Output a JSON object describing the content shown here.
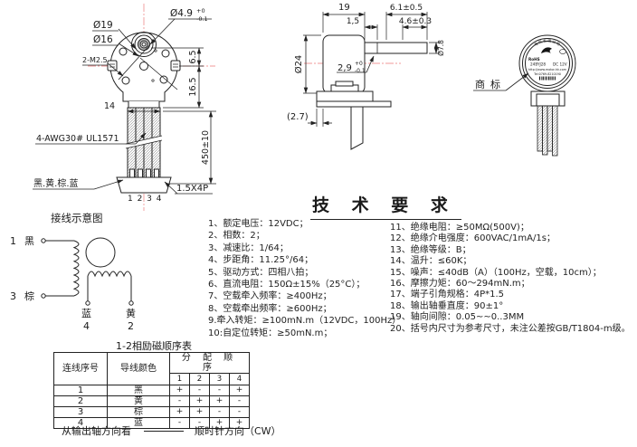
{
  "front": {
    "shaft_dia": "Ø4.9",
    "shaft_tol_up": "+0",
    "shaft_tol_dn": "-0.1",
    "d19": "Ø19",
    "d16": "Ø16",
    "screws": "2-M2.5",
    "dim65": "6.5",
    "dim165": "16.5",
    "dim14": "14",
    "wire_len": "450±10",
    "wire_spec": "4-AWG30# UL1571",
    "wire_colors": "黑.黄.棕.蓝",
    "connector": "1.5X4P",
    "pins": "1 2 3 4",
    "caption": "接线示意图"
  },
  "side": {
    "dim19": "19",
    "dim15": "1,5",
    "dim61": "6.1±0.5",
    "dim46": "4.6±0.3",
    "d24": "Ø24",
    "d78": "Ø7.8",
    "dim29": "2,9",
    "tol_up": "+0",
    "tol_dn": "-0.1",
    "ref27": "(2.7)"
  },
  "rear": {
    "mark": "商标",
    "label": {
      "arc": "电机有限公司",
      "rohs": "RoHS",
      "model": "24BYJ28",
      "voltage": "DC 12V",
      "url": "http://www.motor-hk.com",
      "tel": "Tel:0769-8210190"
    }
  },
  "tech": {
    "title": "技 术 要 求",
    "left": [
      "1、额定电压：12VDC；",
      "2、相数：2；",
      "3、减速比：1/64；",
      "4、步距角：11.25°/64；",
      "5、驱动方式：四相八拍；",
      "6、直流电阻：150Ω±15%（25°C）；",
      "7、空载牵入频率：≥400Hz；",
      "8、空载牵出频率：≥600Hz；",
      "9.牵入转矩：≥100mN.m（12VDC，100Hz）",
      "10:自定位转矩：≥50mN.m；"
    ],
    "right": [
      "11、绝缘电阻：≥50MΩ(500V)；",
      "12、绝缘介电强度：600VAC/1mA/1s；",
      "13、绝缘等级：B；",
      "14、温升：≤60K；",
      "15、噪声：≤40dB（A）（100Hz，空载，10cm）；",
      "16、摩擦力矩：60～294mN.m；",
      "17、端子引角规格：4P*1.5",
      "18、输出轴垂直度：90±1°",
      "19、轴向间隙：0.05~~0..3MM",
      "20、括号内尺寸为参考尺寸，未注公差按GB/T1804-m级。"
    ]
  },
  "wiring": {
    "t1": "1",
    "c1": "黑",
    "t3": "3",
    "c3": "棕",
    "c4": "蓝",
    "t4": "4",
    "c2": "黄",
    "t2": "2"
  },
  "table": {
    "title": "1-2相励磁顺序表",
    "h_no": "连线序号",
    "h_color": "导线颜色",
    "h_order": "分 配 顺 序",
    "steps": [
      "1",
      "2",
      "3",
      "4"
    ],
    "rows": [
      [
        "1",
        "黑",
        "+",
        "-",
        "-",
        "+"
      ],
      [
        "2",
        "黄",
        "-",
        "+",
        "+",
        "-"
      ],
      [
        "3",
        "棕",
        "+",
        "+",
        "-",
        "-"
      ],
      [
        "4",
        "蓝",
        "-",
        "-",
        "+",
        "+"
      ]
    ]
  },
  "footer": {
    "view": "从输出轴方向看",
    "dir": "顺时针方向（CW）"
  },
  "colors": {
    "centerline": "#f19999",
    "rohs_green": "#27a93c",
    "line": "#222222"
  }
}
